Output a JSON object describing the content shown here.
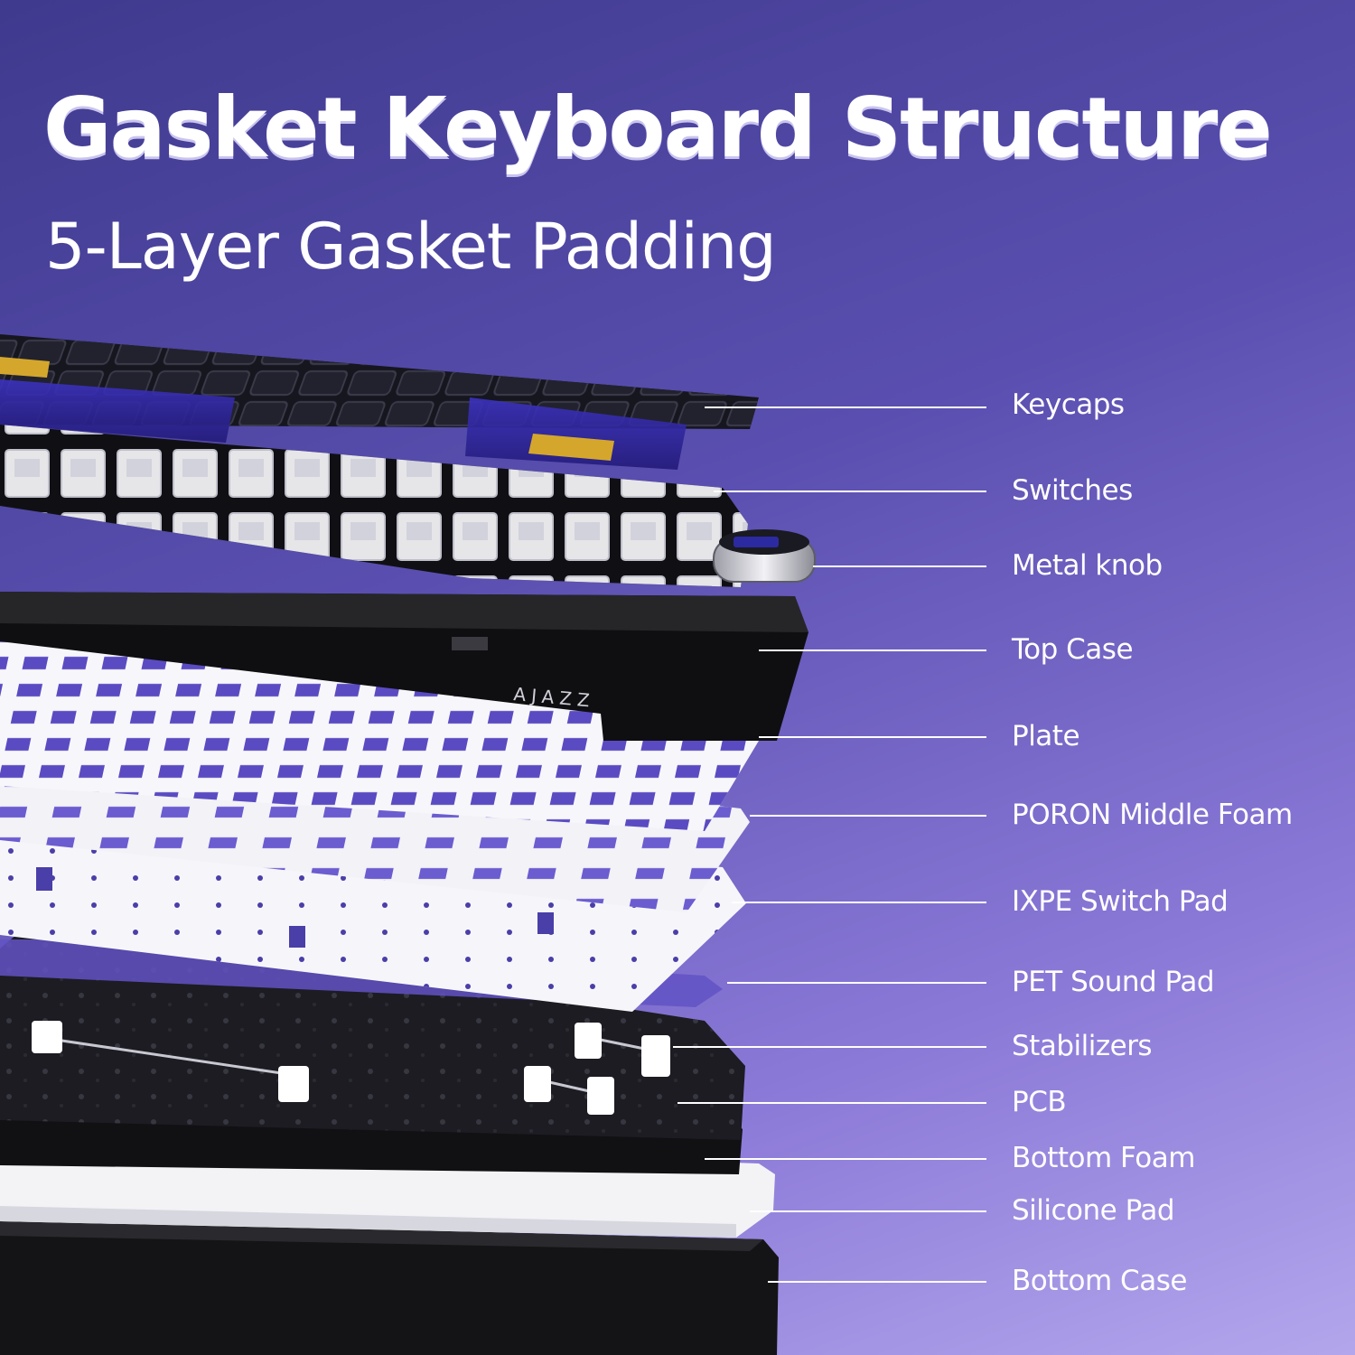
{
  "title": "Gasket Keyboard Structure",
  "subtitle": "5-Layer Gasket Padding",
  "brand": "AJAZZ",
  "colors": {
    "background_top": "#3f3a8e",
    "background_bottom": "#b3a6ec",
    "keycap_dark": "#1e1e2a",
    "keycap_purple": "#3b2fb5",
    "accent_gold": "#d4a72c",
    "plate_white": "#f4f4f8",
    "case_black": "#141416"
  },
  "layers": [
    {
      "label": "Keycaps",
      "icon": "keycaps"
    },
    {
      "label": "Switches",
      "icon": "switches"
    },
    {
      "label": "Metal knob",
      "icon": "knob"
    },
    {
      "label": "Top Case",
      "icon": "top-case"
    },
    {
      "label": "Plate",
      "icon": "plate"
    },
    {
      "label": "PORON Middle Foam",
      "icon": "foam"
    },
    {
      "label": "IXPE Switch Pad",
      "icon": "pad"
    },
    {
      "label": "PET Sound Pad",
      "icon": "pad"
    },
    {
      "label": "Stabilizers",
      "icon": "stabilizer"
    },
    {
      "label": "PCB",
      "icon": "pcb"
    },
    {
      "label": "Bottom Foam",
      "icon": "foam"
    },
    {
      "label": "Silicone Pad",
      "icon": "pad"
    },
    {
      "label": "Bottom Case",
      "icon": "bottom-case"
    }
  ]
}
